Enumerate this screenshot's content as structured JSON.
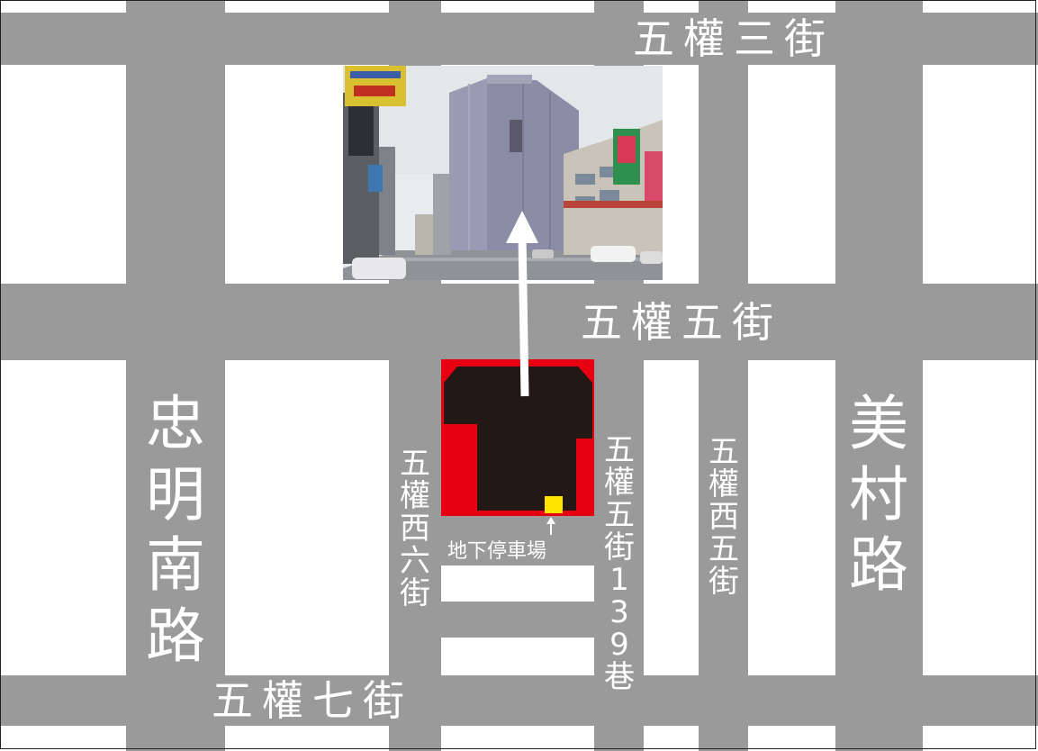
{
  "streets": {
    "wuquan_3rd": "五權三街",
    "wuquan_5th": "五權五街",
    "wuquan_7th": "五權七街",
    "zhongming_south": "忠明南路",
    "meicun": "美村路",
    "wuquan_west_6th": "五權西六街",
    "wuquan_5th_lane_139": "五權五街139巷",
    "wuquan_west_5th": "五權西五街"
  },
  "landmarks": {
    "parking": "地下停車場"
  },
  "colors": {
    "road": "#9a9a9a",
    "building": "#231815",
    "site": "#e60012",
    "parking_marker": "#ffe600",
    "arrow": "#ffffff"
  },
  "icons": {
    "direction_arrow": "arrow-up-icon",
    "parking_pointer": "arrow-up-icon"
  }
}
